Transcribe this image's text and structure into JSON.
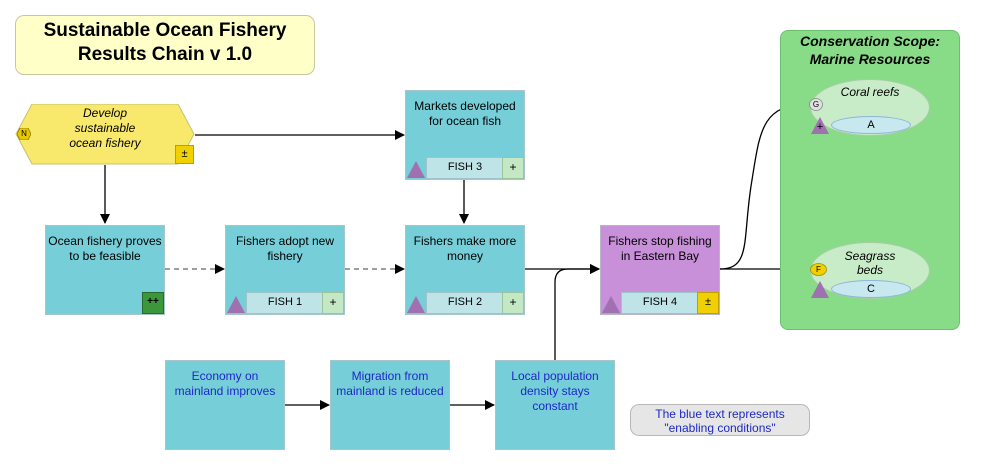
{
  "title": "Sustainable Ocean Fishery Results Chain v 1.0",
  "title_lines": [
    "Sustainable Ocean Fishery",
    "Results Chain v 1.0"
  ],
  "scope": {
    "title": "Conservation Scope: Marine Resources",
    "title_lines": [
      "Conservation Scope:",
      "Marine Resources"
    ]
  },
  "strategy": {
    "label": "Develop sustainable ocean fishery",
    "badge": "N",
    "button": "±"
  },
  "results": [
    {
      "id": "proves",
      "label": "Ocean fishery proves to be feasible",
      "button": "++"
    },
    {
      "id": "adopt",
      "label": "Fishers adopt new fishery",
      "code": "FISH 1",
      "button": "+"
    },
    {
      "id": "money",
      "label": "Fishers make more money",
      "code": "FISH 2",
      "button": "+"
    },
    {
      "id": "markets",
      "label": "Markets developed for ocean fish",
      "code": "FISH 3",
      "button": "+"
    },
    {
      "id": "stop",
      "label": "Fishers stop fishing in Eastern Bay",
      "code": "FISH 4",
      "button": "±"
    }
  ],
  "enabling": [
    {
      "id": "economy",
      "label": "Economy on mainland improves"
    },
    {
      "id": "migration",
      "label": "Migration from mainland is reduced"
    },
    {
      "id": "density",
      "label": "Local population density stays constant"
    }
  ],
  "targets": [
    {
      "id": "coral",
      "label": "Coral reefs",
      "badge": "G",
      "sub": "A",
      "button": "+"
    },
    {
      "id": "seagrass",
      "label": "Seagrass beds",
      "badge": "F",
      "sub": "C"
    }
  ],
  "note": "The blue text represents \"enabling conditions\"",
  "colors": {
    "title_bg": "#ffffc8",
    "scope_bg": "#88dc88",
    "strategy": "#f8e86c",
    "result": "#76ced8",
    "purple_result": "#c890d8",
    "triangle": "#a070b0",
    "enabling_text": "#1e28c8"
  }
}
